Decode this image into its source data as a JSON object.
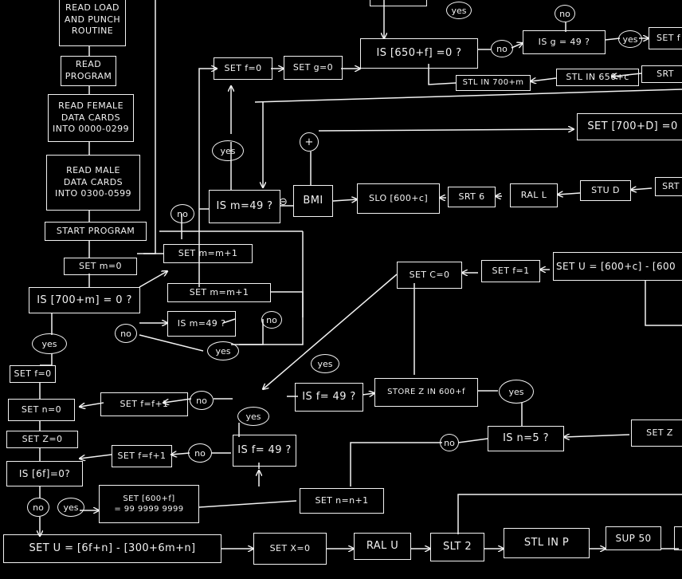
{
  "boxes": {
    "read_load": "READ LOAD\nAND PUNCH\nROUTINE",
    "read_program": "READ\nPROGRAM",
    "read_female": "READ FEMALE\nDATA CARDS\nINTO 0000-0299",
    "read_male": "READ MALE\nDATA CARDS\nINTO 0300-0599",
    "start_program": "START PROGRAM",
    "set_m0": "SET m=0",
    "is_700m": "IS [700+m] = 0 ?",
    "set_f0_left": "SET f=0",
    "set_n0": "SET n=0",
    "set_z0": "SET Z=0",
    "is_6f": "IS [6f]=0?",
    "set_u_bottom": "SET U = [6f+n] - [300+6m+n]",
    "set_mm1_a": "SET m=m+1",
    "set_mm1_b": "SET m=m+1",
    "is_m49_small": "IS m=49 ?",
    "set_f0_top": "SET f=0",
    "set_g0": "SET g=0",
    "is_650f": "IS [650+f] =0 ?",
    "is_g49": "IS g = 49 ?",
    "set_f_right": "SET f",
    "stl_700m": "STL IN 700+m",
    "stl_650c": "STL IN 650+c",
    "srt_top_right": "SRT",
    "set_700d": "SET [700+D] =0",
    "is_m49_big": "IS m=49 ?",
    "bmi": "BMI",
    "slo_600c": "SLO [600+c]",
    "srt6": "SRT 6",
    "rall": "RAL L",
    "stud": "STU D",
    "srt_mid_right": "SRT",
    "set_c0": "SET C=0",
    "set_f1": "SET f=1",
    "set_u_600": "SET U = [600+c] - [600",
    "is_f49_upper": "IS f= 49 ?",
    "store_z": "STORE Z IN 600+f",
    "set_ff1_a": "SET f=f+1",
    "set_ff1_b": "SET f=f+1",
    "is_f49_lower": "IS f= 49 ?",
    "is_n5": "IS n=5 ?",
    "set_z_right": "SET Z",
    "set_600f": "SET [600+f]\n= 99 9999 9999",
    "set_nn1": "SET n=n+1",
    "set_x0": "SET X=0",
    "ral_u": "RAL U",
    "slt2": "SLT 2",
    "stl_p": "STL IN P",
    "sup50": "SUP 50"
  },
  "ovals": {
    "yes_top": "yes",
    "no_top": "no",
    "no_650f": "no",
    "yes_g49": "yes",
    "yes_ism49": "yes",
    "no_ism49": "no",
    "no_small": "no",
    "yes_small": "yes",
    "no_left": "no",
    "yes_left": "yes",
    "no_ff1a": "no",
    "yes_f49u": "yes",
    "yes_store": "yes",
    "yes_f49l": "yes",
    "no_ff1b": "no",
    "no_is6f": "no",
    "yes_is6f": "yes",
    "no_isn5": "no"
  },
  "signs": {
    "plus": "+",
    "minus": "⊖"
  }
}
